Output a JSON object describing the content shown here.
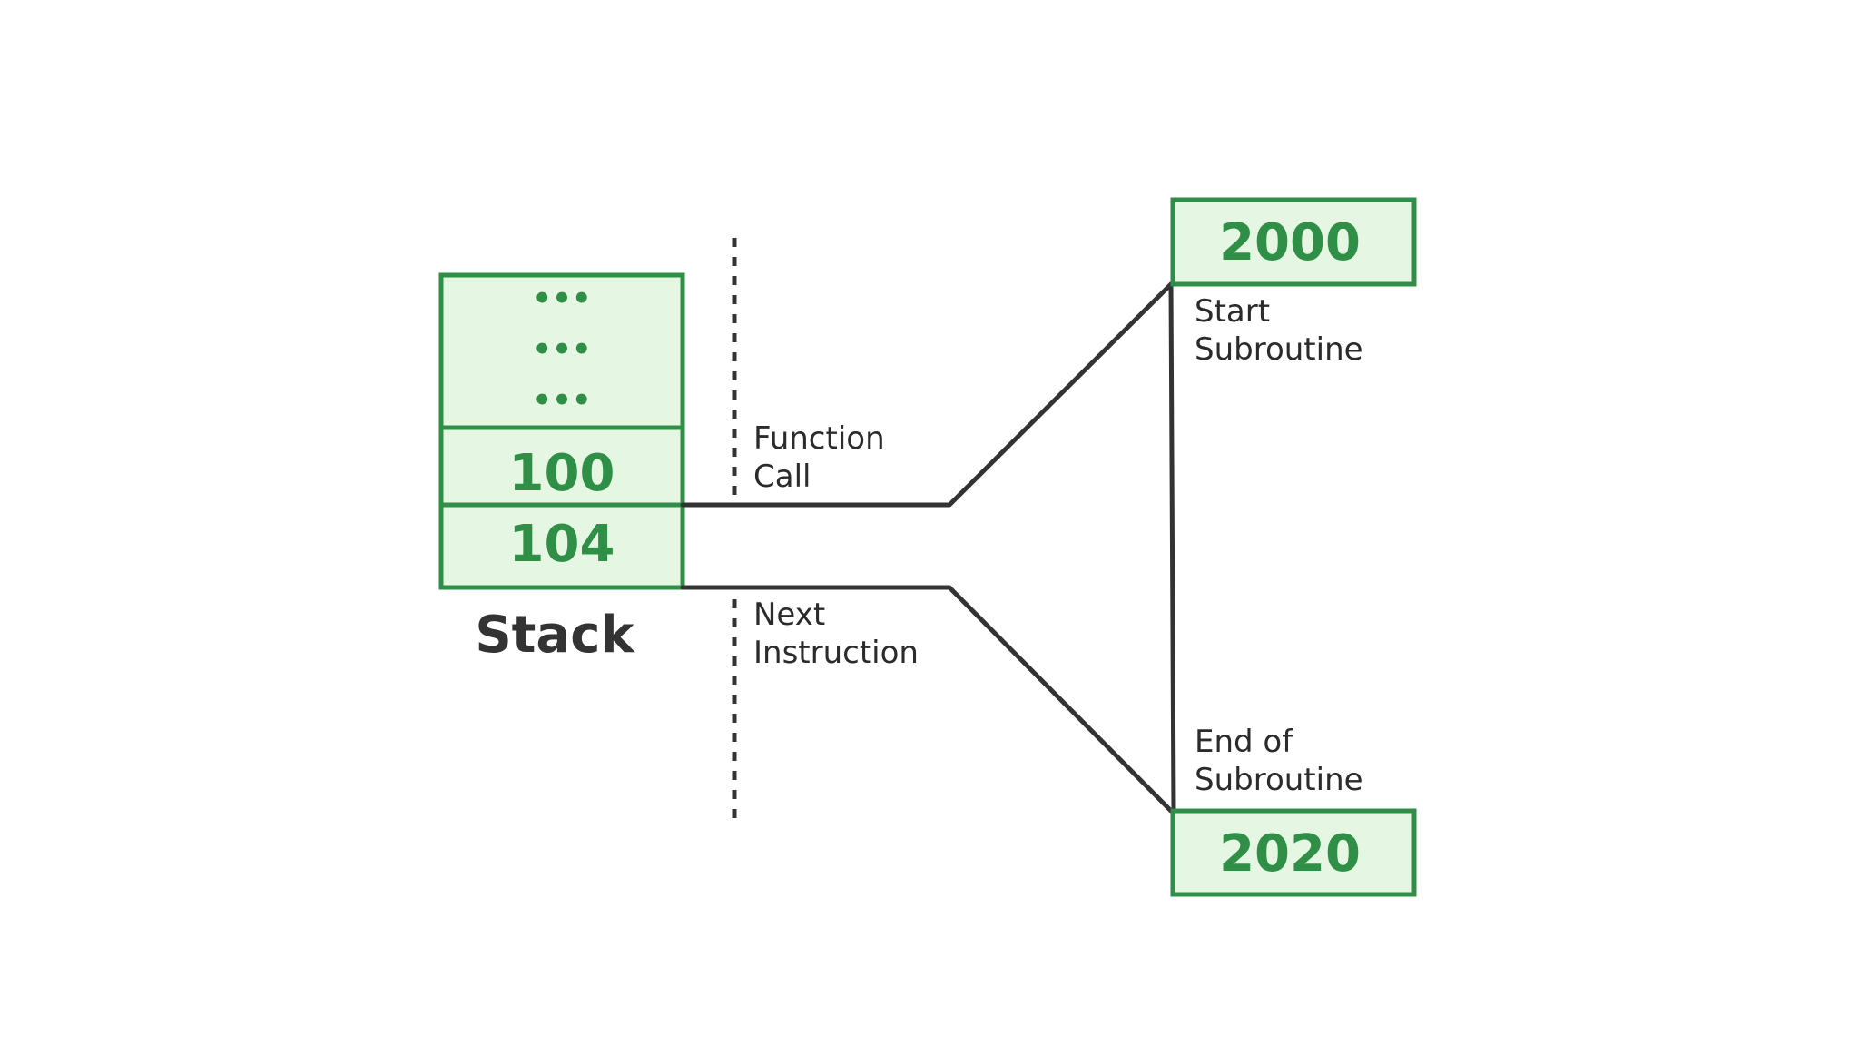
{
  "stack": {
    "ellipsis": [
      "•••",
      "•••",
      "•••"
    ],
    "cells": [
      "100",
      "104"
    ],
    "caption": "Stack"
  },
  "labels": {
    "function_call": [
      "Function",
      "Call"
    ],
    "next_instruction": [
      "Next",
      "Instruction"
    ]
  },
  "subroutine": {
    "start_address": "2000",
    "start_label": [
      "Start",
      "Subroutine"
    ],
    "end_address": "2020",
    "end_label": [
      "End of",
      "Subroutine"
    ]
  },
  "colors": {
    "box_fill": "#e5f7e3",
    "box_stroke": "#2f8f46",
    "text_green": "#2f8f46",
    "line": "#333333"
  }
}
